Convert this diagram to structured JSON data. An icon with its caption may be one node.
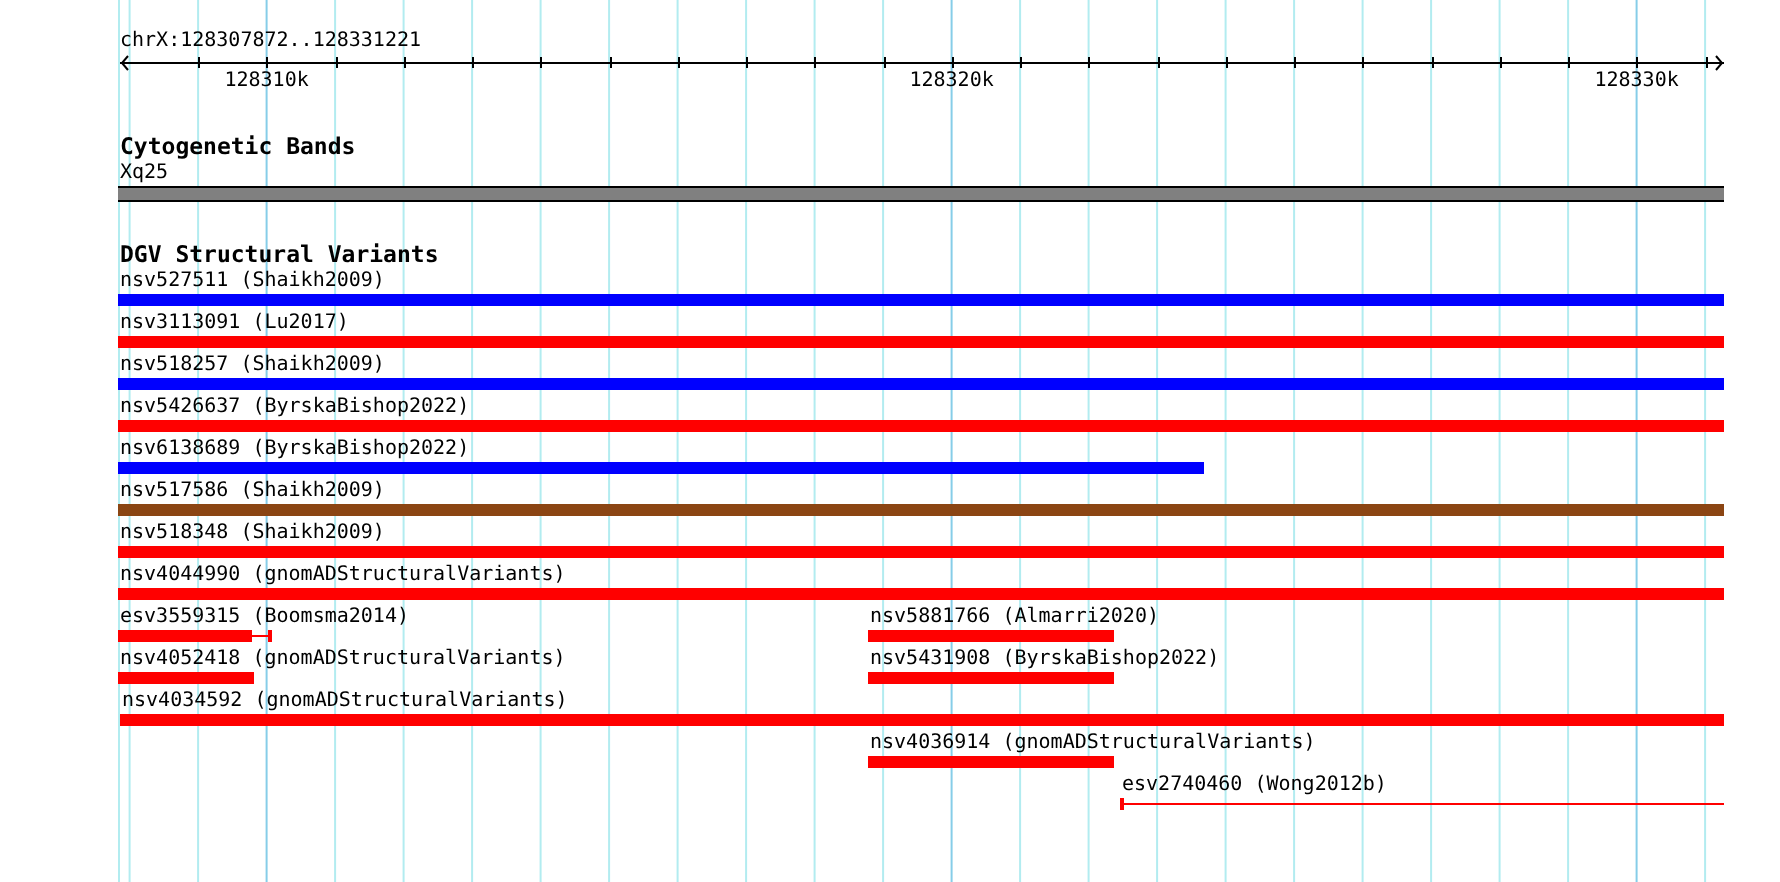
{
  "diagram": {
    "nodes": [
      {
        "text": [],
        "shape": "bar",
        "beside": [
          "Xq25"
        ]
      },
      {
        "text": [],
        "shape": "bar",
        "beside": [
          "nsv527511 (Shaikh2009)"
        ]
      },
      {
        "text": [],
        "shape": "bar",
        "beside": [
          "nsv3113091 (Lu2017)"
        ]
      },
      {
        "text": [],
        "shape": "bar",
        "beside": [
          "nsv518257 (Shaikh2009)"
        ]
      },
      {
        "text": [],
        "shape": "bar",
        "beside": [
          "nsv5426637 (ByrskaBishop2022)"
        ]
      },
      {
        "text": [],
        "shape": "bar",
        "beside": [
          "nsv6138689 (ByrskaBishop2022)"
        ]
      },
      {
        "text": [],
        "shape": "bar",
        "beside": [
          "nsv517586 (Shaikh2009)"
        ]
      },
      {
        "text": [],
        "shape": "bar",
        "beside": [
          "nsv518348 (Shaikh2009)"
        ]
      },
      {
        "text": [],
        "shape": "bar",
        "beside": [
          "nsv4044990 (gnomADStructuralVariants)"
        ]
      },
      {
        "text": [],
        "shape": "bar",
        "beside": [
          "esv3559315 (Boomsma2014)"
        ]
      },
      {
        "text": [],
        "shape": "bar",
        "beside": [
          "nsv5881766 (Almarri2020)"
        ]
      },
      {
        "text": [],
        "shape": "bar",
        "beside": [
          "nsv4052418 (gnomADStructuralVariants)"
        ]
      },
      {
        "text": [],
        "shape": "bar",
        "beside": [
          "nsv5431908 (ByrskaBishop2022)"
        ]
      },
      {
        "text": [],
        "shape": "bar",
        "beside": [
          "nsv4034592 (gnomADStructuralVariants)"
        ]
      },
      {
        "text": [],
        "shape": "bar",
        "beside": [
          "nsv4036914 (gnomADStructuralVariants)"
        ]
      },
      {
        "text": [],
        "shape": "bar",
        "beside": [
          "esv2740460 (Wong2012b)"
        ]
      }
    ],
    "labels": [
      "chrX:128307872..128331221",
      "128310k",
      "128320k",
      "128330k",
      "Cytogenetic Bands",
      "DGV Structural Variants"
    ]
  }
}
